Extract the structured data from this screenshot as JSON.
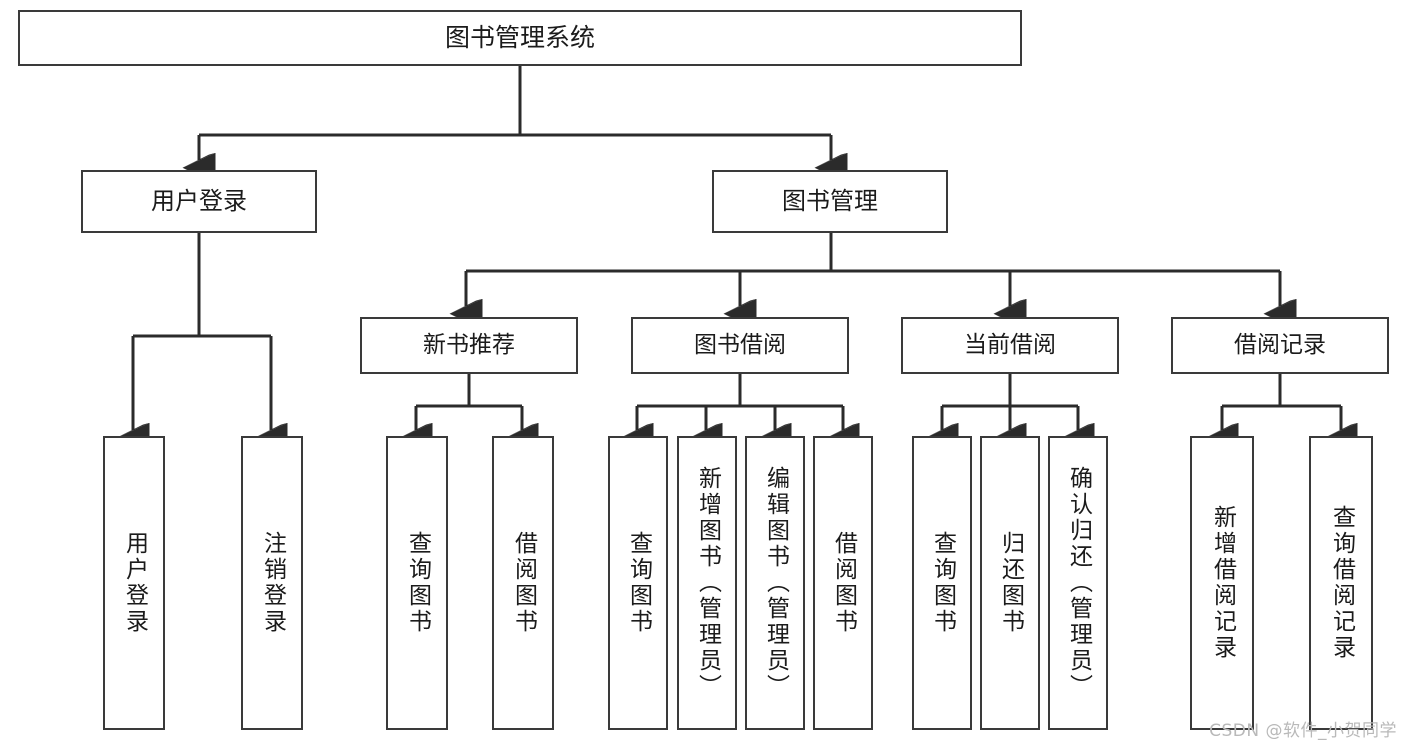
{
  "diagram": {
    "title": "图书管理系统",
    "type": "tree-hierarchy",
    "root": {
      "label": "图书管理系统"
    },
    "level2": [
      {
        "label": "用户登录"
      },
      {
        "label": "图书管理"
      }
    ],
    "level3": [
      {
        "label": "新书推荐"
      },
      {
        "label": "图书借阅"
      },
      {
        "label": "当前借阅"
      },
      {
        "label": "借阅记录"
      }
    ],
    "leaves": {
      "user_login": [
        {
          "label": "用户登录"
        },
        {
          "label": "注销登录"
        }
      ],
      "new_book_recommend": [
        {
          "label": "查询图书"
        },
        {
          "label": "借阅图书"
        }
      ],
      "book_borrow": [
        {
          "label": "查询图书"
        },
        {
          "label": "新增图书（管理员）"
        },
        {
          "label": "编辑图书（管理员）"
        },
        {
          "label": "借阅图书"
        }
      ],
      "current_borrow": [
        {
          "label": "查询图书"
        },
        {
          "label": "归还图书"
        },
        {
          "label": "确认归还（管理员）"
        }
      ],
      "borrow_record": [
        {
          "label": "新增借阅记录"
        },
        {
          "label": "查询借阅记录"
        }
      ]
    }
  },
  "watermark": {
    "text": "CSDN @软件_小贺同学"
  },
  "colors": {
    "box_border": "#3a3a3a",
    "box_fill": "#ffffff",
    "text": "#1b1b1b",
    "connector": "#2b2b2b",
    "watermark": "#b9b9b9"
  }
}
